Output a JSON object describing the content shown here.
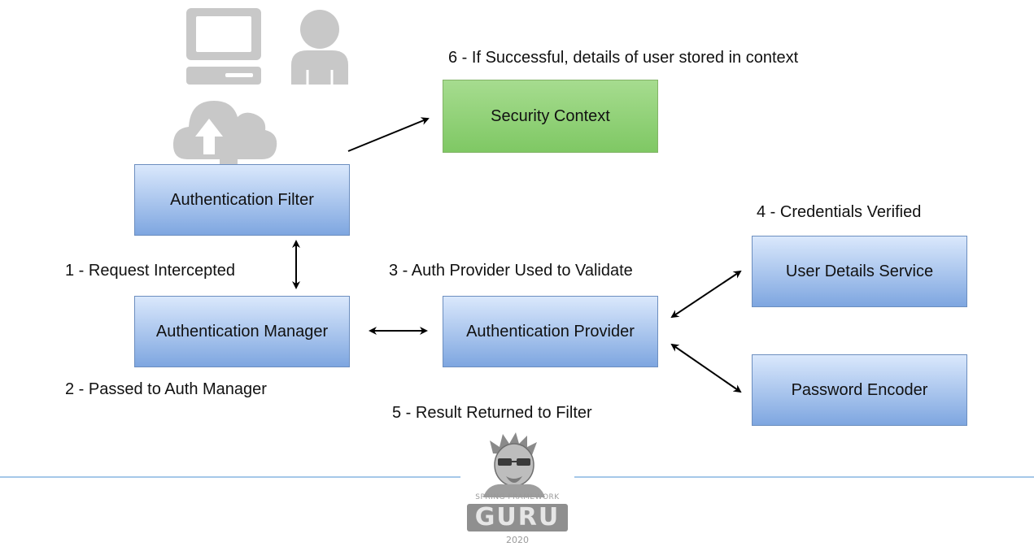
{
  "boxes": {
    "security_context": "Security Context",
    "auth_filter": "Authentication Filter",
    "auth_manager": "Authentication Manager",
    "auth_provider": "Authentication Provider",
    "user_details": "User Details Service",
    "password_encoder": "Password Encoder"
  },
  "steps": {
    "s1": "1 - Request Intercepted",
    "s2": "2 - Passed to Auth Manager",
    "s3": "3 - Auth Provider Used to Validate",
    "s4": "4 - Credentials Verified",
    "s5": "5 - Result Returned to Filter",
    "s6": "6 - If Successful, details of user stored in context"
  },
  "logo": {
    "top_text": "SPRING FRAMEWORK",
    "main_text": "GURU",
    "year": "2020"
  },
  "icons": [
    "computer-icon",
    "user-icon",
    "cloud-upload-icon"
  ],
  "colors": {
    "blue_fill": "#7ea6e0",
    "blue_border": "#6c8ebf",
    "green_fill": "#8fd27a",
    "separator": "#6fa8dc",
    "icon_gray": "#c8c8c8"
  }
}
